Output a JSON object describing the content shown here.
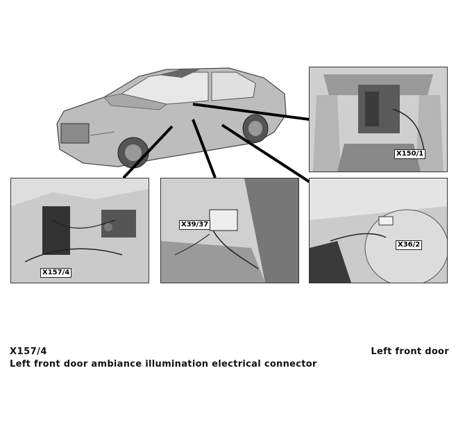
{
  "callouts": {
    "x150": "X150/1",
    "x157": "X157/4",
    "x39": "X39/37",
    "x36": "X36/2"
  },
  "caption": {
    "code": "X157/4",
    "description": "Left front door ambiance illumination electrical connector",
    "location": "Left front door"
  }
}
